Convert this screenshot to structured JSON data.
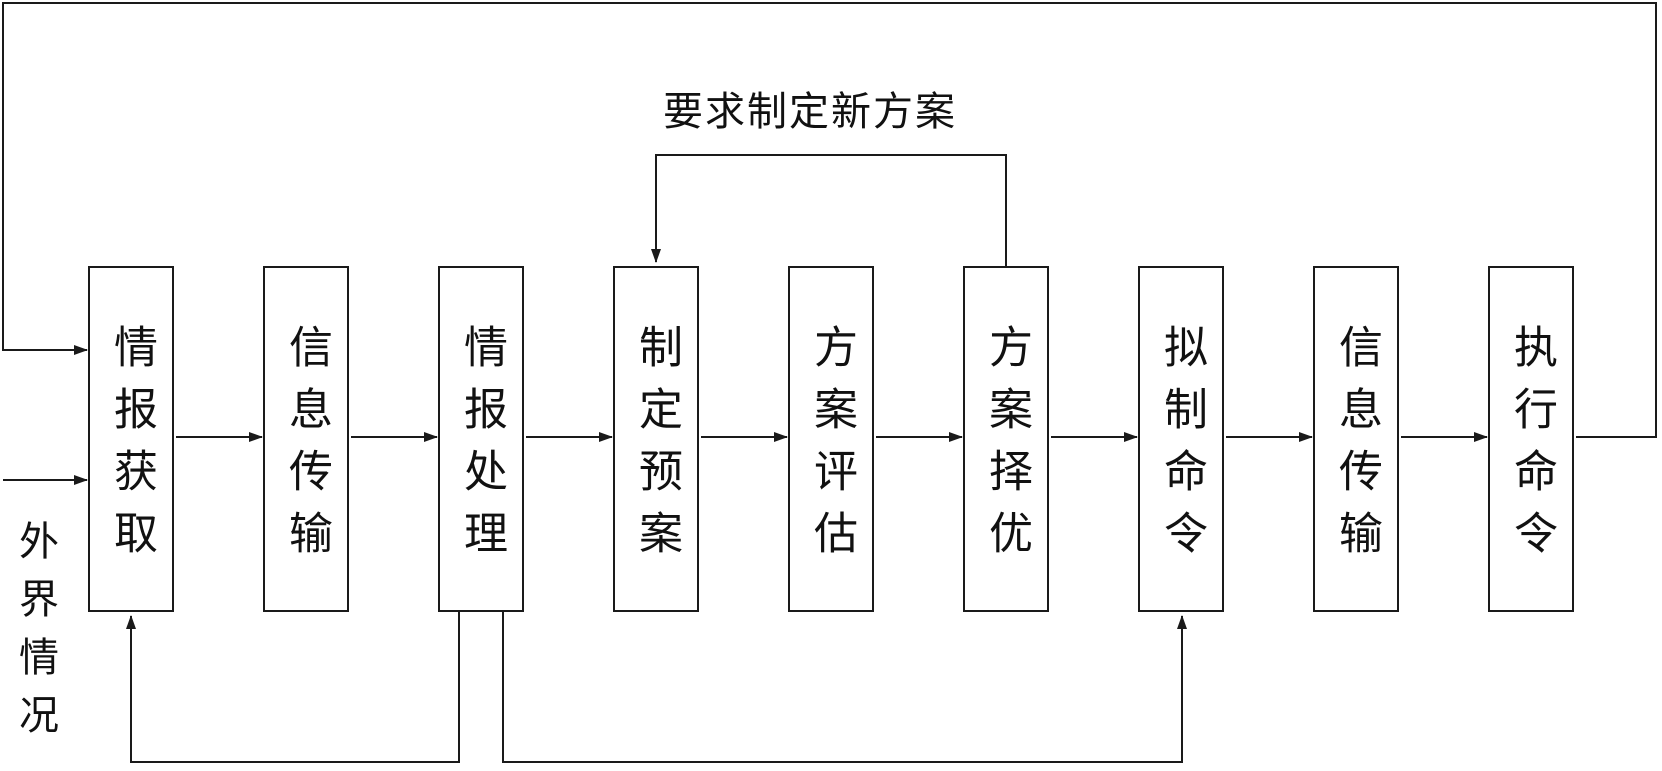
{
  "diagram": {
    "boxes": [
      {
        "id": "intel-acquire",
        "label": "情报获取"
      },
      {
        "id": "info-transmit-1",
        "label": "信息传输"
      },
      {
        "id": "intel-process",
        "label": "情报处理"
      },
      {
        "id": "draft-plan",
        "label": "制定预案"
      },
      {
        "id": "plan-evaluate",
        "label": "方案评估"
      },
      {
        "id": "plan-select",
        "label": "方案择优"
      },
      {
        "id": "draft-command",
        "label": "拟制命令"
      },
      {
        "id": "info-transmit-2",
        "label": "信息传输"
      },
      {
        "id": "execute-command",
        "label": "执行命令"
      }
    ],
    "feedback_label": "要求制定新方案",
    "external_label": "外界情况",
    "colors": {
      "line": "#1a1a1a",
      "text": "#111111",
      "background": "#ffffff"
    }
  }
}
